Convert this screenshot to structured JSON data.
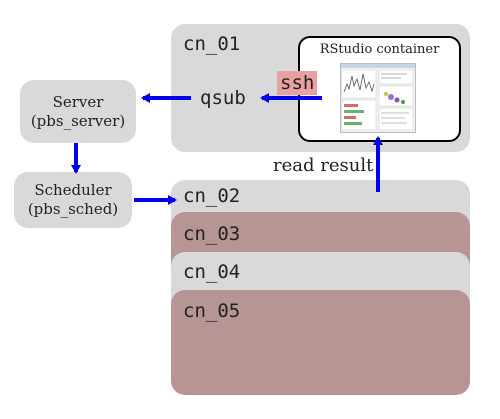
{
  "nodes": {
    "cn01": "cn_01",
    "cn02": "cn_02",
    "cn03": "cn_03",
    "cn04": "cn_04",
    "cn05": "cn_05"
  },
  "server": {
    "line1": "Server",
    "line2": "(pbs_server)"
  },
  "scheduler": {
    "line1": "Scheduler",
    "line2": "(pbs_sched)"
  },
  "qsub": "qsub",
  "ssh": "ssh",
  "rstudio_title": "RStudio container",
  "read_result": "read result",
  "colors": {
    "node_gray": "#d9d9d9",
    "node_rose": "#b89595",
    "arrow": "#0000ee",
    "ssh_highlight": "#e8a0a0"
  }
}
